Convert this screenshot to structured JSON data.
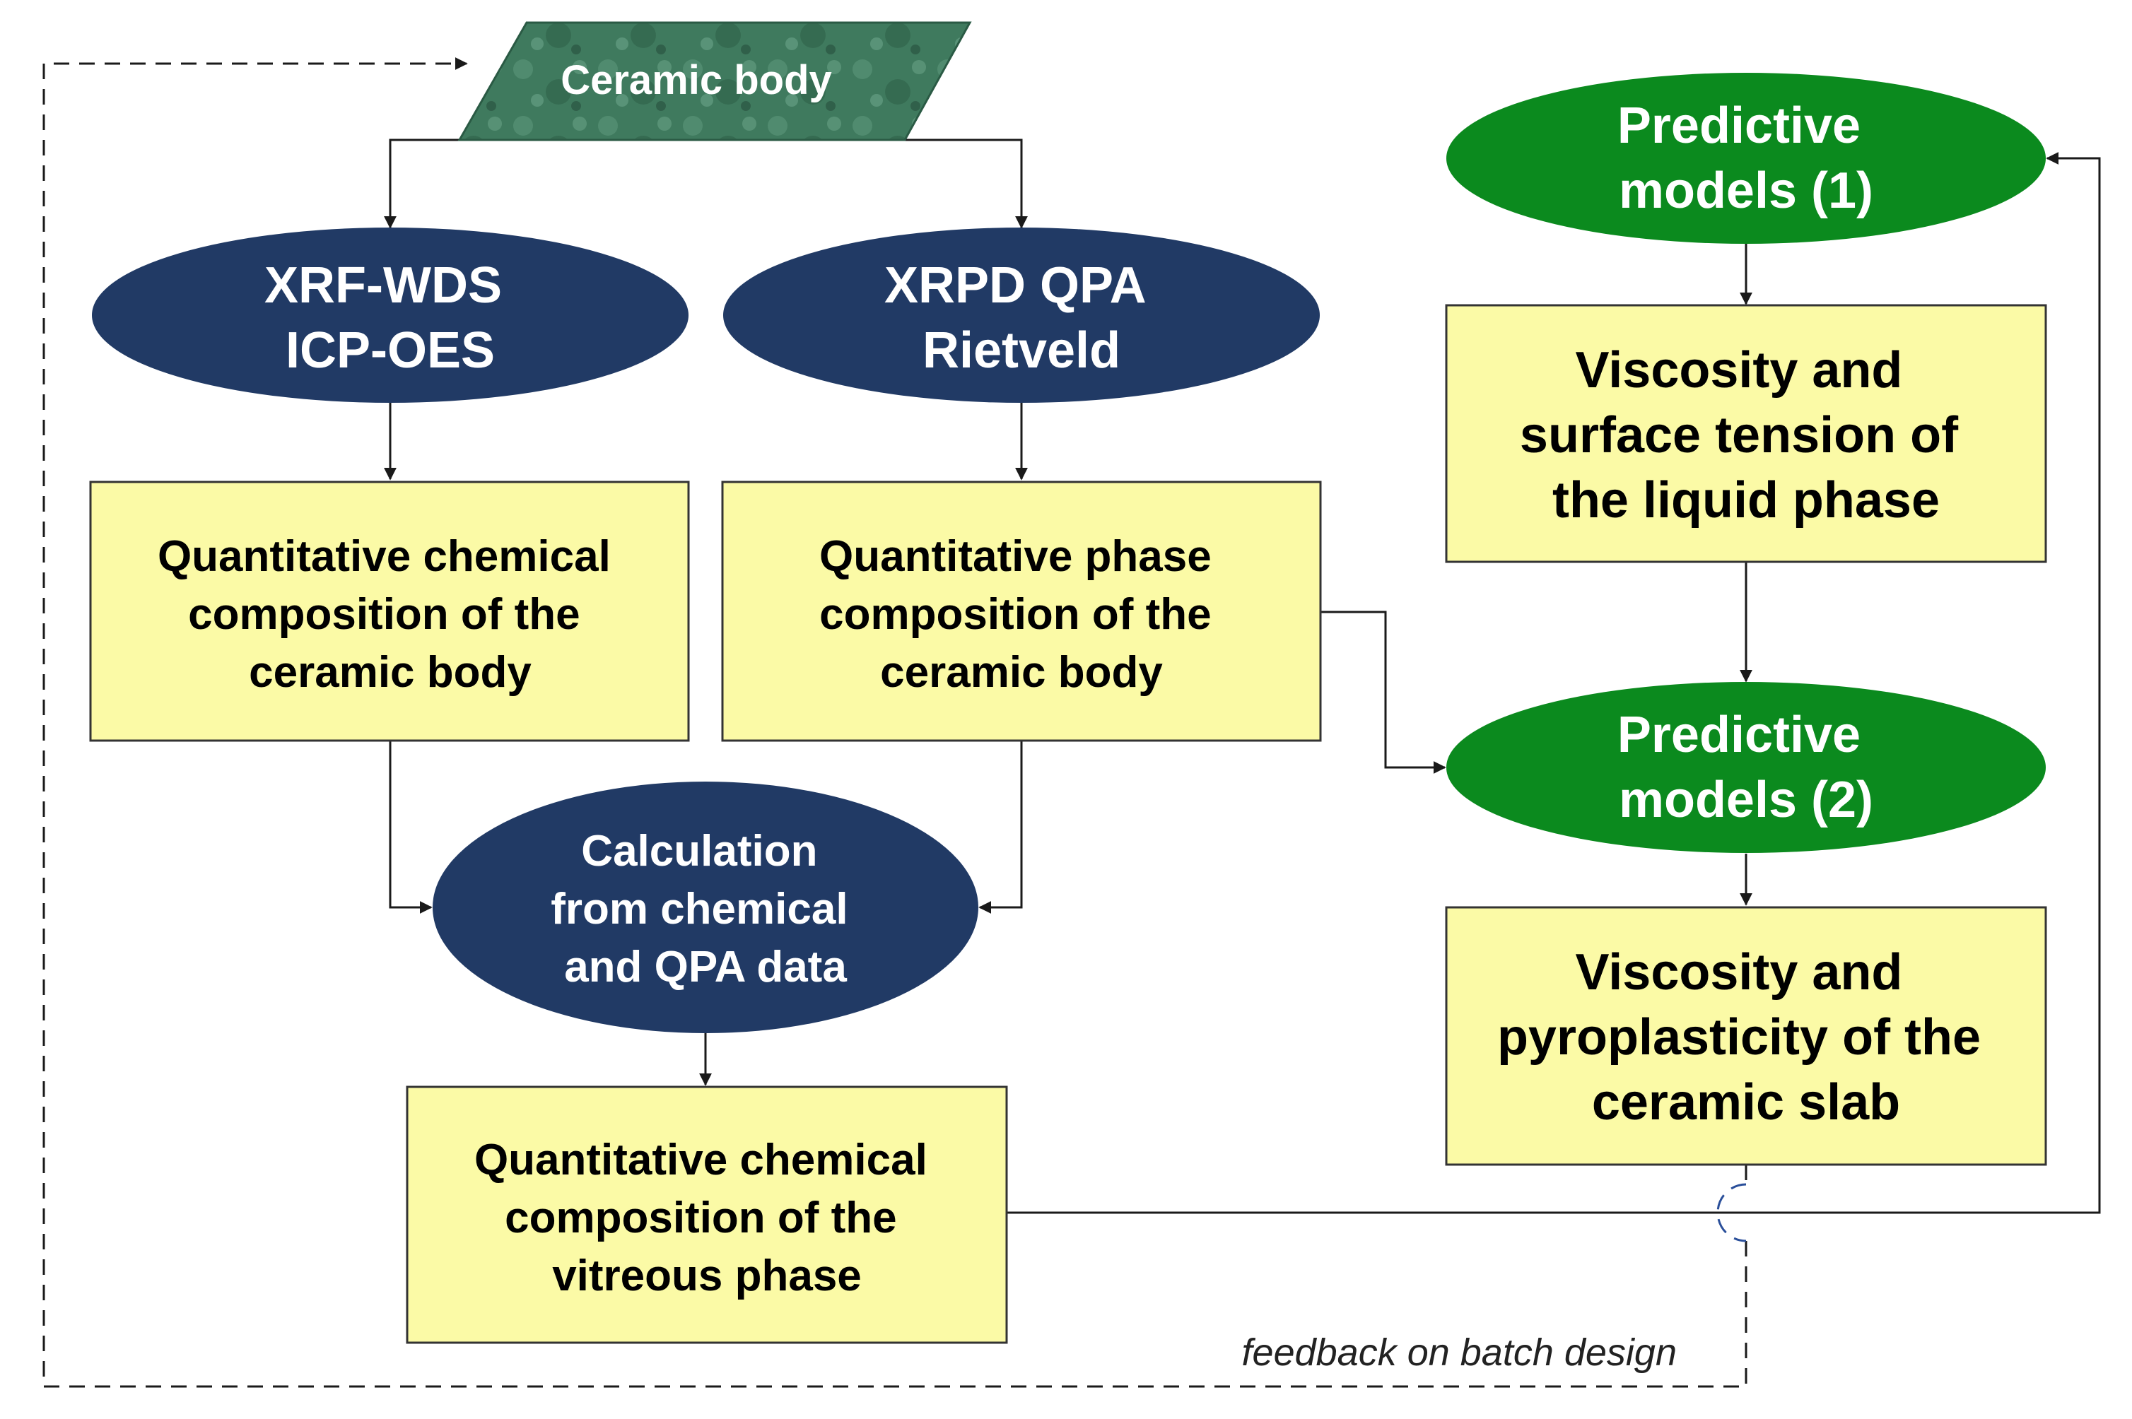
{
  "colors": {
    "navy": "#213a65",
    "green": "#0b8a1e",
    "box_fill": "#fbfaa6",
    "box_stroke": "#333333",
    "marble": "#3f7a5e",
    "line": "#1a1a1a",
    "feedback_blue": "#2a4f9a"
  },
  "nodes": {
    "ceramic_body": {
      "lines": [
        "Ceramic body"
      ]
    },
    "xrf": {
      "lines": [
        "XRF-WDS",
        "ICP-OES"
      ]
    },
    "xrpd": {
      "lines": [
        "XRPD QPA",
        "Rietveld"
      ]
    },
    "chem_comp": {
      "lines": [
        "Quantitative chemical",
        "composition of the",
        "ceramic body"
      ]
    },
    "phase_comp": {
      "lines": [
        "Quantitative phase",
        "composition of the",
        "ceramic body"
      ]
    },
    "calc": {
      "lines": [
        "Calculation",
        "from chemical",
        "and QPA data"
      ]
    },
    "vitreous": {
      "lines": [
        "Quantitative chemical",
        "composition of the",
        "vitreous phase"
      ]
    },
    "pm1": {
      "lines": [
        "Predictive",
        "models (1)"
      ]
    },
    "visc_surface": {
      "lines": [
        "Viscosity and",
        "surface tension of",
        "the liquid phase"
      ]
    },
    "pm2": {
      "lines": [
        "Predictive",
        "models (2)"
      ]
    },
    "visc_pyro": {
      "lines": [
        "Viscosity and",
        "pyroplasticity of the",
        "ceramic slab"
      ]
    }
  },
  "feedback_label": "feedback on batch design"
}
